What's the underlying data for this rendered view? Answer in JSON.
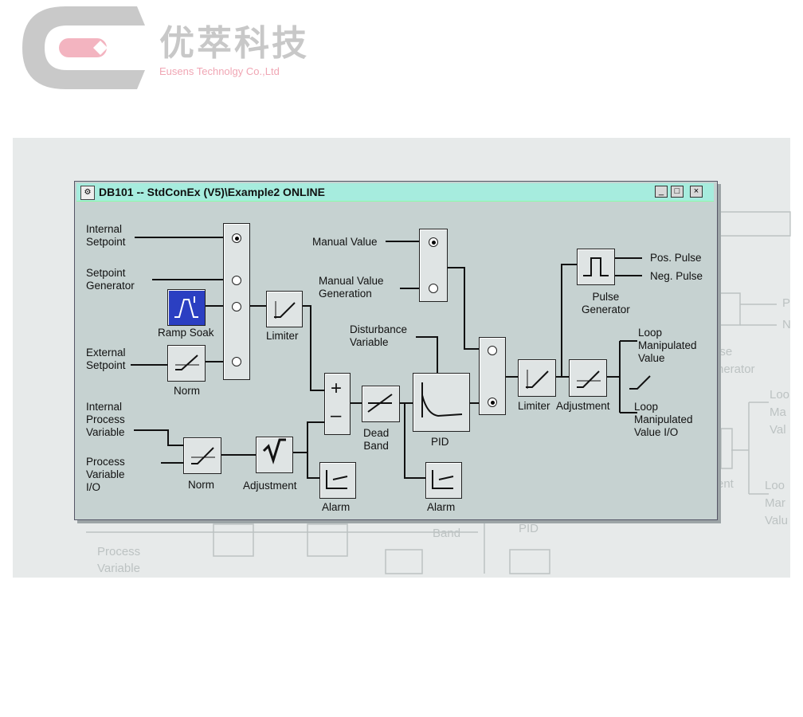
{
  "brand": {
    "name_cn": "优萃科技",
    "name_en": "Eusens Technolgy Co.,Ltd",
    "logo_primary": "#c9c9c9",
    "logo_accent": "#f3b4c0"
  },
  "window": {
    "title": "DB101 -- StdConEx (V5)\\Example2  ONLINE",
    "minimize_glyph": "_",
    "maximize_glyph": "□",
    "close_glyph": "×",
    "titlebar_color": "#a6ecde",
    "body_color": "#c6d2d1"
  },
  "diagram": {
    "inputs": {
      "internal_setpoint": "Internal\nSetpoint",
      "setpoint_generator": "Setpoint\nGenerator",
      "external_setpoint": "External\nSetpoint",
      "internal_process_variable": "Internal\nProcess\nVariable",
      "process_variable_io": "Process\nVariable\nI/O",
      "manual_value": "Manual Value",
      "manual_value_generation": "Manual Value\nGeneration",
      "disturbance_variable": "Disturbance\nVariable"
    },
    "blocks": {
      "ramp_soak": "Ramp Soak",
      "norm_top": "Norm",
      "limiter_1": "Limiter",
      "norm_bottom": "Norm",
      "adjustment_1": "Adjustment",
      "alarm_1": "Alarm",
      "dead_band": "Dead\nBand",
      "pid": "PID",
      "alarm_2": "Alarm",
      "limiter_2": "Limiter",
      "adjustment_2": "Adjustment",
      "pulse_generator": "Pulse\nGenerator",
      "sum_plus": "+",
      "sum_minus": "–"
    },
    "outputs": {
      "pos_pulse": "Pos. Pulse",
      "neg_pulse": "Neg. Pulse",
      "loop_manipulated_value": "Loop\nManipulated\nValue",
      "loop_manipulated_value_io": "Loop\nManipulated\nValue I/O"
    },
    "switches": {
      "setpoint_selected": "internal_setpoint",
      "manual_selected": "manual_value",
      "output_selected": "pid"
    }
  },
  "background_ghost": {
    "labels": [
      "P",
      "N",
      "lse",
      "nerator",
      "Loo",
      "Ma",
      "Val",
      "Loo",
      "Mar",
      "Valu",
      "ent",
      "Process",
      "Variable",
      "Band",
      "PID"
    ]
  }
}
